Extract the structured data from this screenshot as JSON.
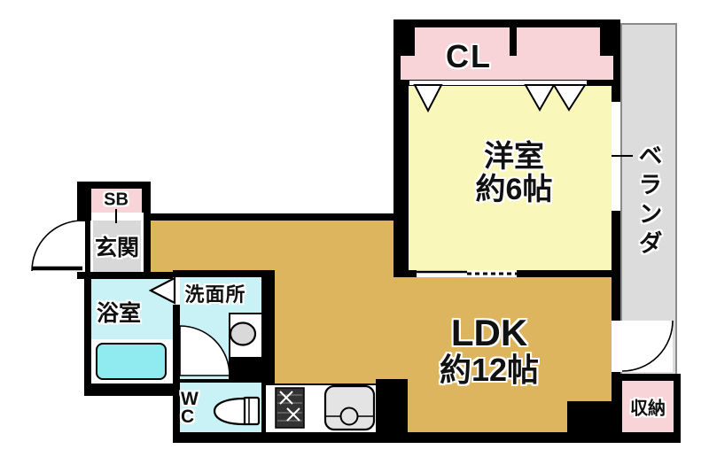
{
  "rooms": {
    "closet": {
      "label": "CL"
    },
    "western_room": {
      "label": "洋室",
      "size": "約6帖"
    },
    "veranda": {
      "label": "ベランダ"
    },
    "shoe_box": {
      "label": "SB"
    },
    "entrance": {
      "label": "玄関"
    },
    "bathroom": {
      "label": "浴室"
    },
    "washroom": {
      "label": "洗面所"
    },
    "toilet": {
      "label": "WC"
    },
    "ldk": {
      "label": "LDK",
      "size": "約12帖"
    },
    "storage": {
      "label": "収納"
    }
  },
  "colors": {
    "wall": "#000000",
    "closet_pink": "#F8D3D7",
    "room_yellow": "#FAF7BB",
    "ldk_tan": "#DDB55F",
    "wet_area_cyan": "#C9F2F6",
    "bathtub_cyan": "#90EBF1",
    "entrance_gray": "#D8D8D8",
    "veranda_gray": "#DCDCDC"
  }
}
